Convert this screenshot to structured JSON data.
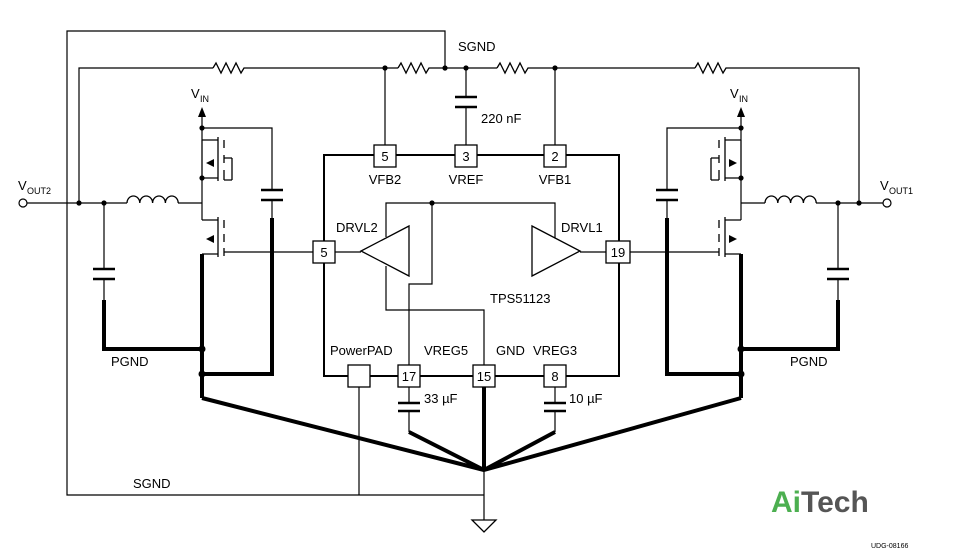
{
  "labels": {
    "sgnd_top": "SGND",
    "sgnd_bottom": "SGND",
    "pgnd_left": "PGND",
    "pgnd_right": "PGND",
    "vin": "V",
    "vin_sub": "IN",
    "vout2": "V",
    "vout2_sub": "OUT2",
    "vout1": "V",
    "vout1_sub": "OUT1",
    "cap_ref": "220 nF",
    "cap_vreg5": "33 µF",
    "cap_vreg3": "10 µF",
    "ic_name": "TPS51123",
    "drvl2": "DRVL2",
    "drvl1": "DRVL1",
    "vfb2": "VFB2",
    "vref": "VREF",
    "vfb1": "VFB1",
    "powerpad": "PowerPAD",
    "vreg5": "VREG5",
    "gnd": "GND",
    "vreg3": "VREG3",
    "doc_id": "UDG-08166"
  },
  "pins": {
    "vfb2": "5",
    "vref": "3",
    "vfb1": "2",
    "drvl2": "5",
    "drvl1": "19",
    "vreg5": "17",
    "gnd": "15",
    "vreg3": "8"
  },
  "logo": {
    "part1": "Ai",
    "part2": "Tech",
    "part1_color": "#4caf50",
    "part2_color": "#555555"
  }
}
